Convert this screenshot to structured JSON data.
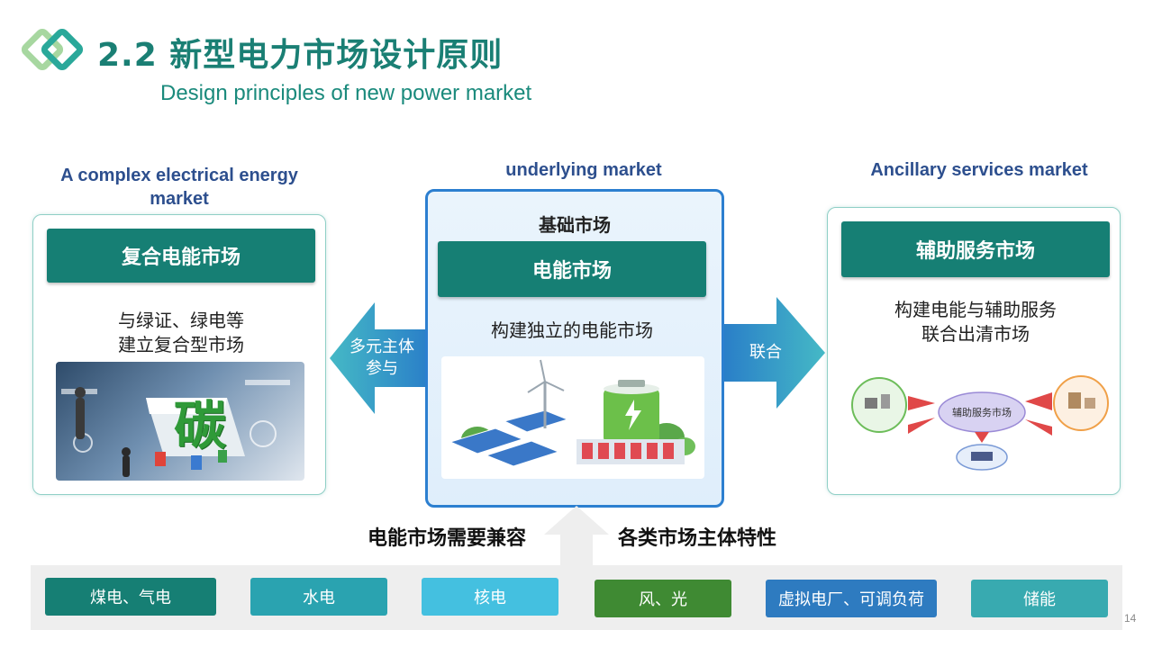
{
  "header": {
    "title": "2.2 新型电力市场设计原则",
    "subtitle": "Design principles of new power market"
  },
  "left": {
    "heading_en": "A complex electrical energy market",
    "bar_label": "复合电能市场",
    "description_line1": "与绿证、绿电等",
    "description_line2": "建立复合型市场",
    "image_glyph": "碳"
  },
  "center": {
    "heading_en": "underlying market",
    "small_title": "基础市场",
    "bar_label": "电能市场",
    "description": "构建独立的电能市场"
  },
  "right": {
    "heading_en": "Ancillary services market",
    "bar_label": "辅助服务市场",
    "description_line1": "构建电能与辅助服务",
    "description_line2": "联合出清市场",
    "diagram_center_label": "辅助服务市场"
  },
  "arrows": {
    "left_label_line1": "多元主体",
    "left_label_line2": "参与",
    "right_label": "联合"
  },
  "compat": {
    "left_text": "电能市场需要兼容",
    "right_text": "各类市场主体特性"
  },
  "chips": [
    {
      "label": "煤电、气电",
      "color": "#167f74"
    },
    {
      "label": "水电",
      "color": "#2aa3b0"
    },
    {
      "label": "核电",
      "color": "#44c0e0"
    },
    {
      "label": "风、光",
      "color": "#3f8a33"
    },
    {
      "label": "虚拟电厂、可调负荷",
      "color": "#2e7bc0"
    },
    {
      "label": "储能",
      "color": "#38aab0"
    }
  ],
  "page_number": "14",
  "colors": {
    "accent_teal": "#167f74",
    "heading_blue": "#2d4f8e",
    "center_border": "#2c7fd0",
    "arrow_blue": "#2a7fc8"
  }
}
